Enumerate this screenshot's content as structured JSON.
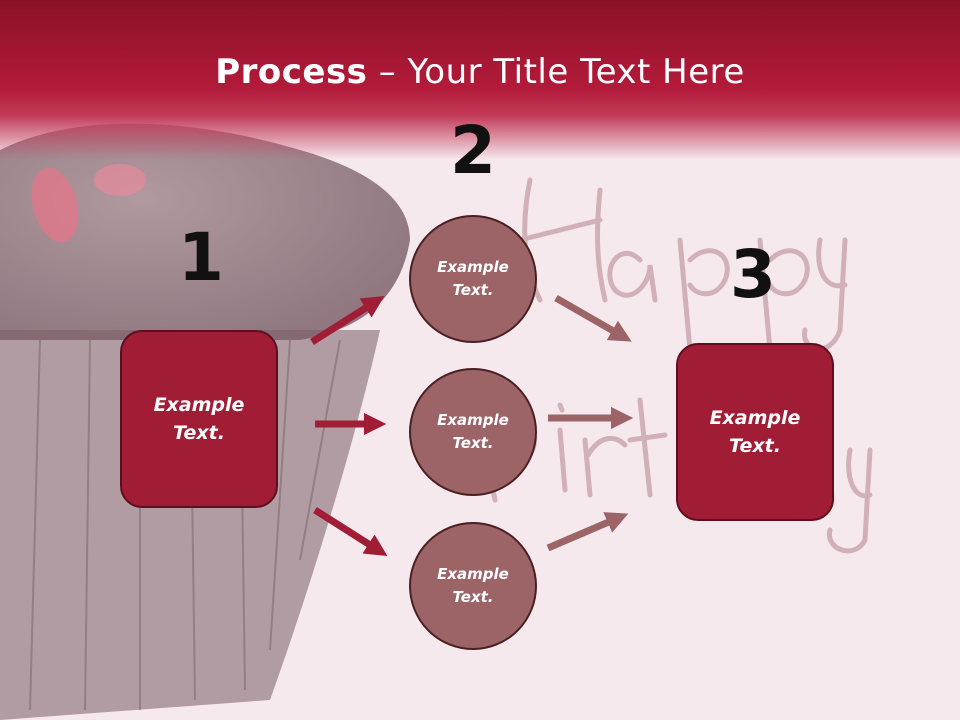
{
  "slide": {
    "title_bold": "Process",
    "title_rest": " – Your Title Text Here"
  },
  "steps": {
    "one": "1",
    "two": "2",
    "three": "3"
  },
  "nodes": {
    "left_box": [
      "Example",
      "Text."
    ],
    "circle_top": [
      "Example",
      "Text."
    ],
    "circle_middle": [
      "Example",
      "Text."
    ],
    "circle_bottom": [
      "Example",
      "Text."
    ],
    "right_box": [
      "Example",
      "Text."
    ]
  },
  "colors": {
    "title_band": "#b31a3a",
    "box_fill": "#a11c35",
    "circle_fill": "#9c6467",
    "arrow_left": "#a11c35",
    "arrow_right": "#9c6467"
  }
}
